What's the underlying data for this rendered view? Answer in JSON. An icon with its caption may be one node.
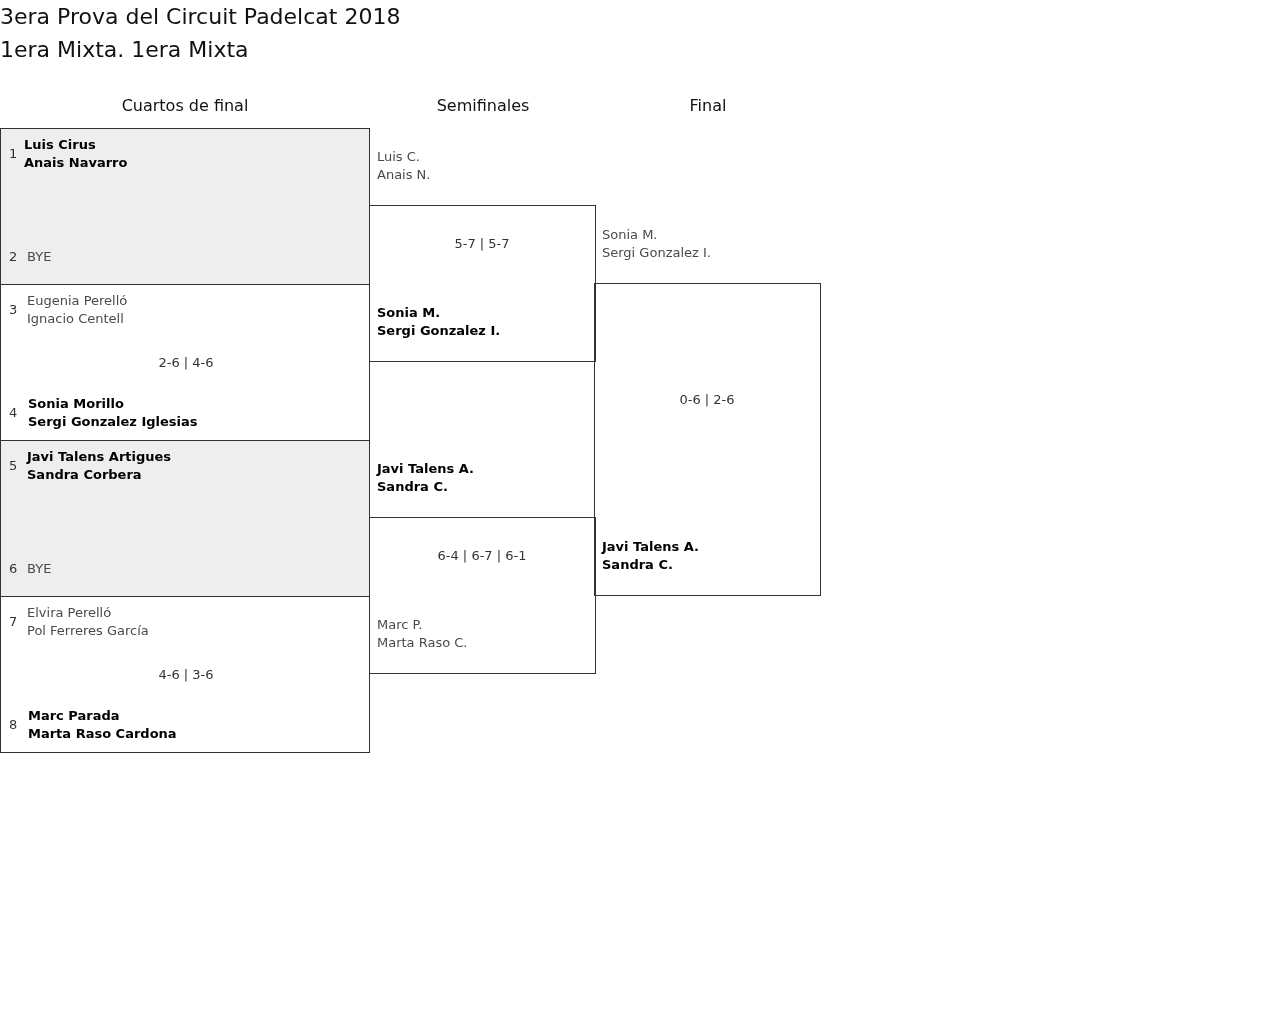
{
  "diagram": {
    "title": "3era Prova del Circuit Padelcat 2018",
    "nodes": [
      {
        "text": [
          "1",
          "Luis Cirus Anais Navarro",
          "2",
          "BYE"
        ]
      },
      {
        "text": [
          "3",
          "Eugenia Perelló Ignacio Centell",
          "2-6 | 4-6",
          "4",
          "Sonia Morillo Sergi Gonzalez Iglesias"
        ]
      },
      {
        "text": [
          "5",
          "Javi Talens Artigues Sandra Corbera",
          "6",
          "BYE"
        ]
      },
      {
        "text": [
          "7",
          "Elvira Perelló Pol Ferreres García",
          "4-6 | 3-6",
          "8",
          "Marc Parada Marta Raso Cardona"
        ]
      },
      {
        "text": [
          "Luis C. Anais N.",
          "5-7 | 5-7",
          "Sonia M. Sergi Gonzalez I."
        ]
      },
      {
        "text": [
          "Javi Talens A. Sandra C.",
          "6-4 | 6-7 | 6-1",
          "Marc P. Marta Raso C."
        ]
      },
      {
        "text": [
          "Sonia M. Sergi Gonzalez I.",
          "0-6 | 2-6",
          "Javi Talens A. Sandra C."
        ]
      }
    ],
    "labels": [
      "1era Mixta. 1era Mixta",
      "Cuartos de final",
      "Semifinales",
      "Final"
    ]
  }
}
